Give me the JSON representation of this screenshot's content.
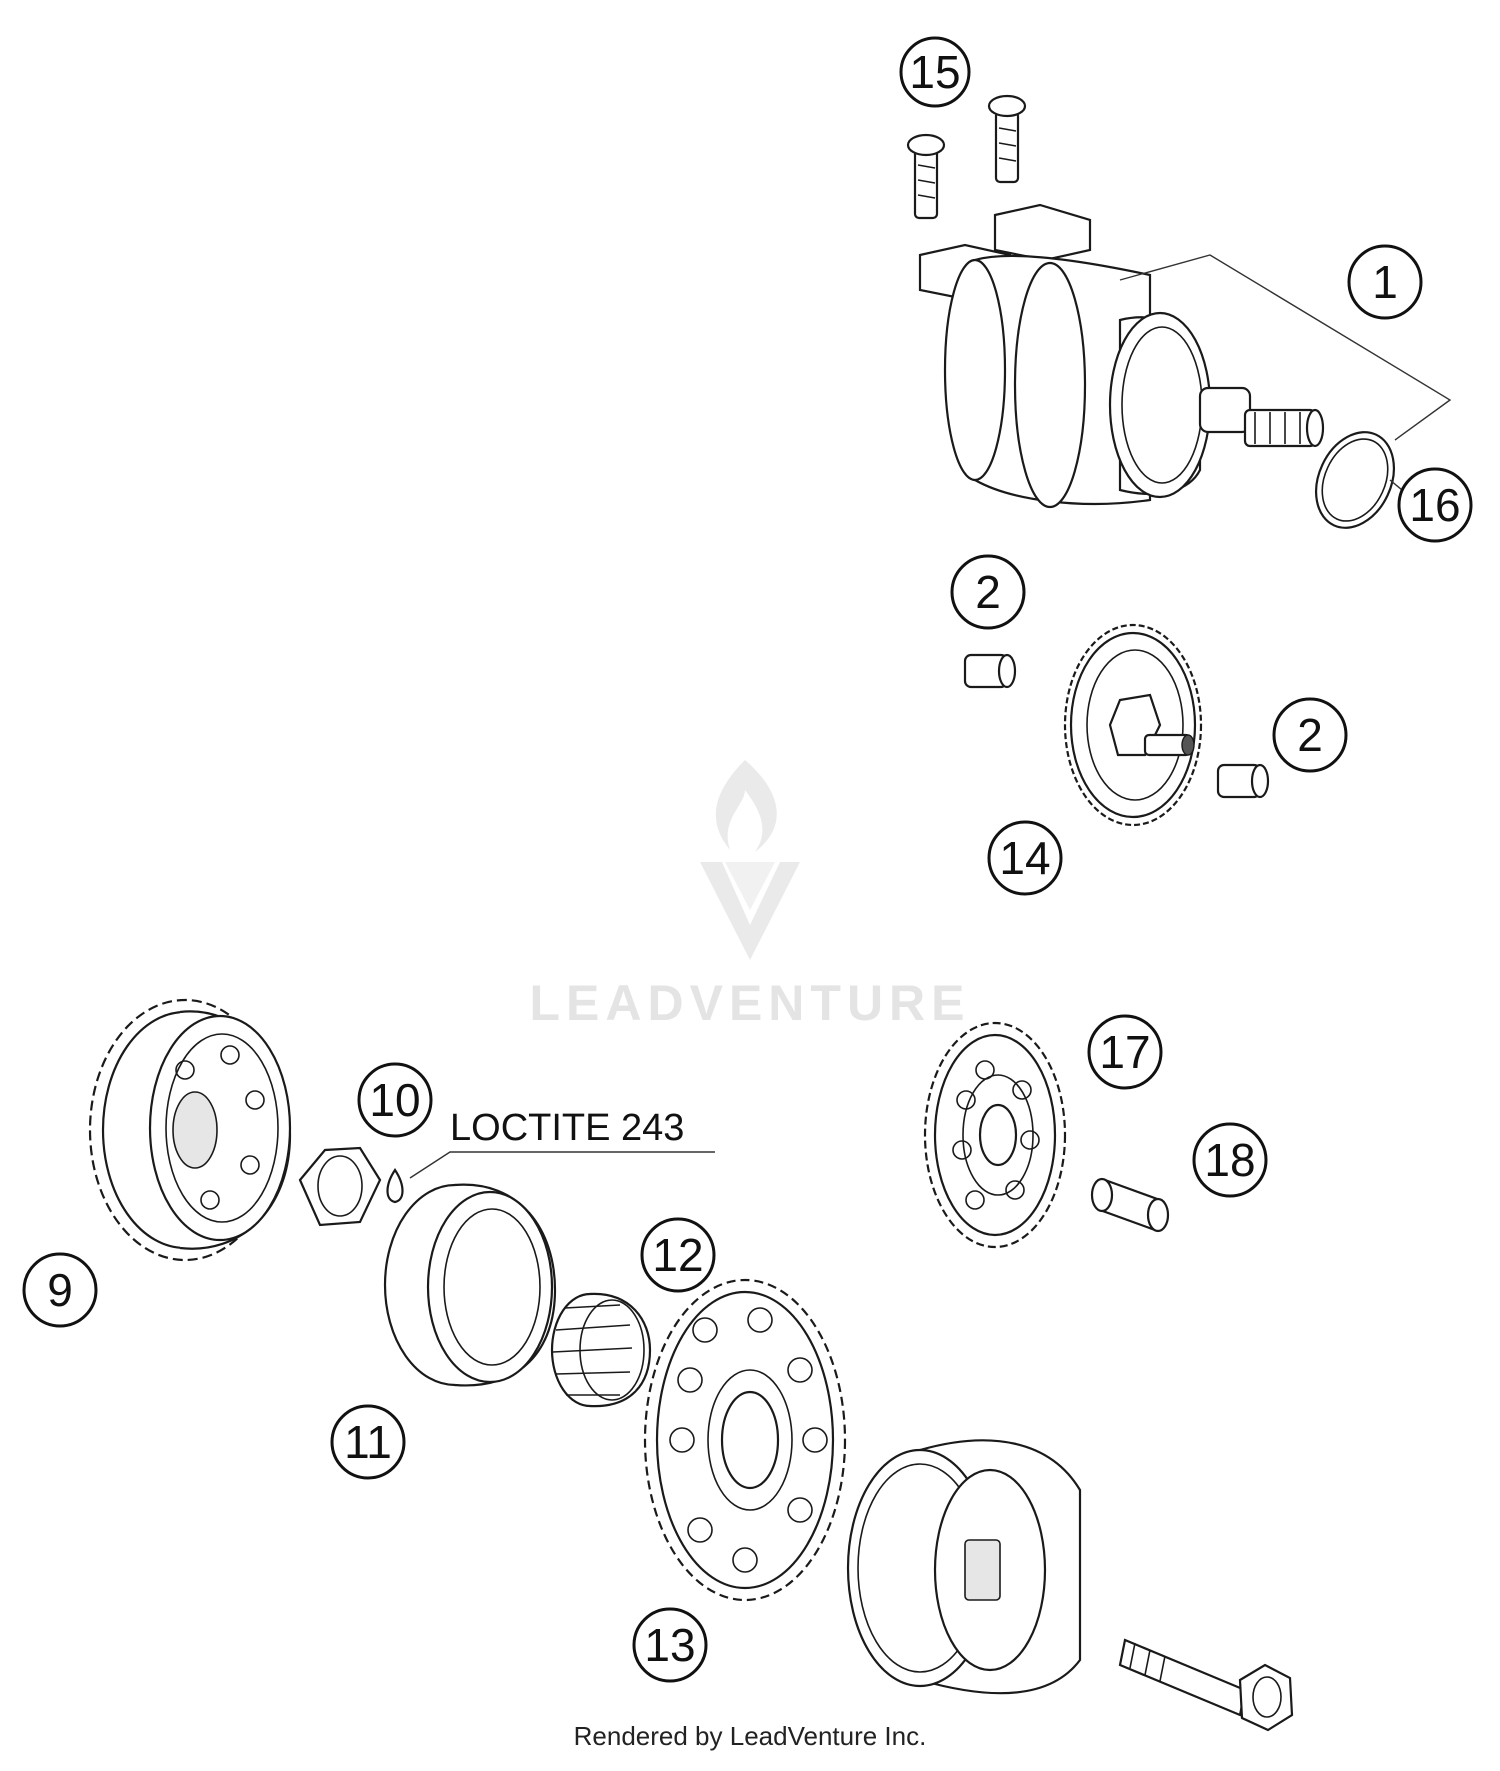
{
  "callouts": [
    {
      "id": "c15",
      "label": "15"
    },
    {
      "id": "c1",
      "label": "1"
    },
    {
      "id": "c16",
      "label": "16"
    },
    {
      "id": "c2a",
      "label": "2"
    },
    {
      "id": "c2b",
      "label": "2"
    },
    {
      "id": "c14",
      "label": "14"
    },
    {
      "id": "c17",
      "label": "17"
    },
    {
      "id": "c18",
      "label": "18"
    },
    {
      "id": "c10",
      "label": "10"
    },
    {
      "id": "c9",
      "label": "9"
    },
    {
      "id": "c12",
      "label": "12"
    },
    {
      "id": "c11",
      "label": "11"
    },
    {
      "id": "c13",
      "label": "13"
    }
  ],
  "note": {
    "text": "LOCTITE 243"
  },
  "watermark": {
    "text": "LEADVENTURE"
  },
  "footer": {
    "text": "Rendered by LeadVenture Inc."
  },
  "colors": {
    "ink": "#1a1a1a",
    "watermark": "#e4e4e4",
    "background": "#ffffff"
  }
}
